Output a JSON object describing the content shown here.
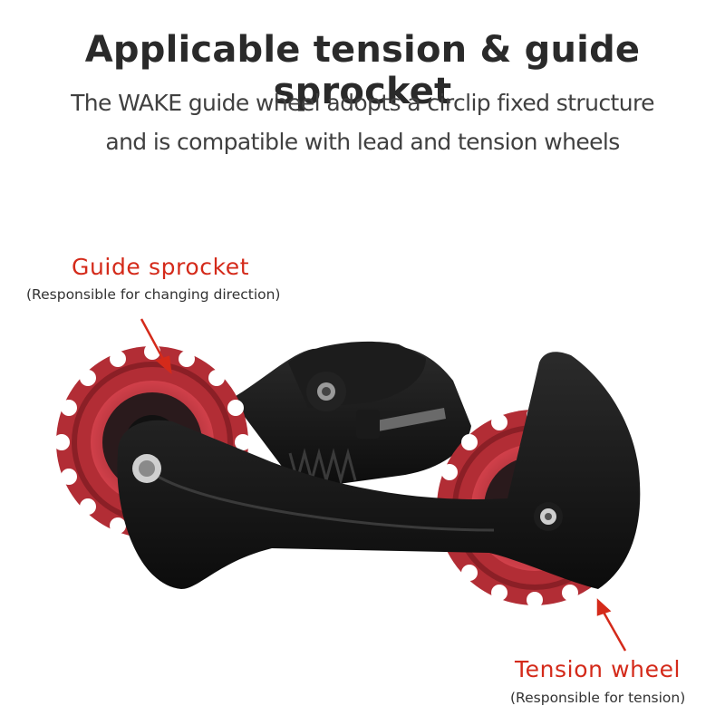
{
  "header": {
    "title": "Applicable tension & guide sprocket",
    "subtitle": "The WAKE guide wheel adopts a circlip fixed structure and is compatible with lead and tension wheels"
  },
  "callouts": {
    "guide": {
      "label": "Guide sprocket",
      "description": "(Responsible for changing direction)"
    },
    "tension": {
      "label": "Tension wheel",
      "description": "(Responsible for tension)"
    }
  },
  "colors": {
    "accent_red": "#d42a1a",
    "sprocket_red": "#c8323a",
    "body_black": "#141414",
    "text_dark": "#2a2a2a"
  }
}
